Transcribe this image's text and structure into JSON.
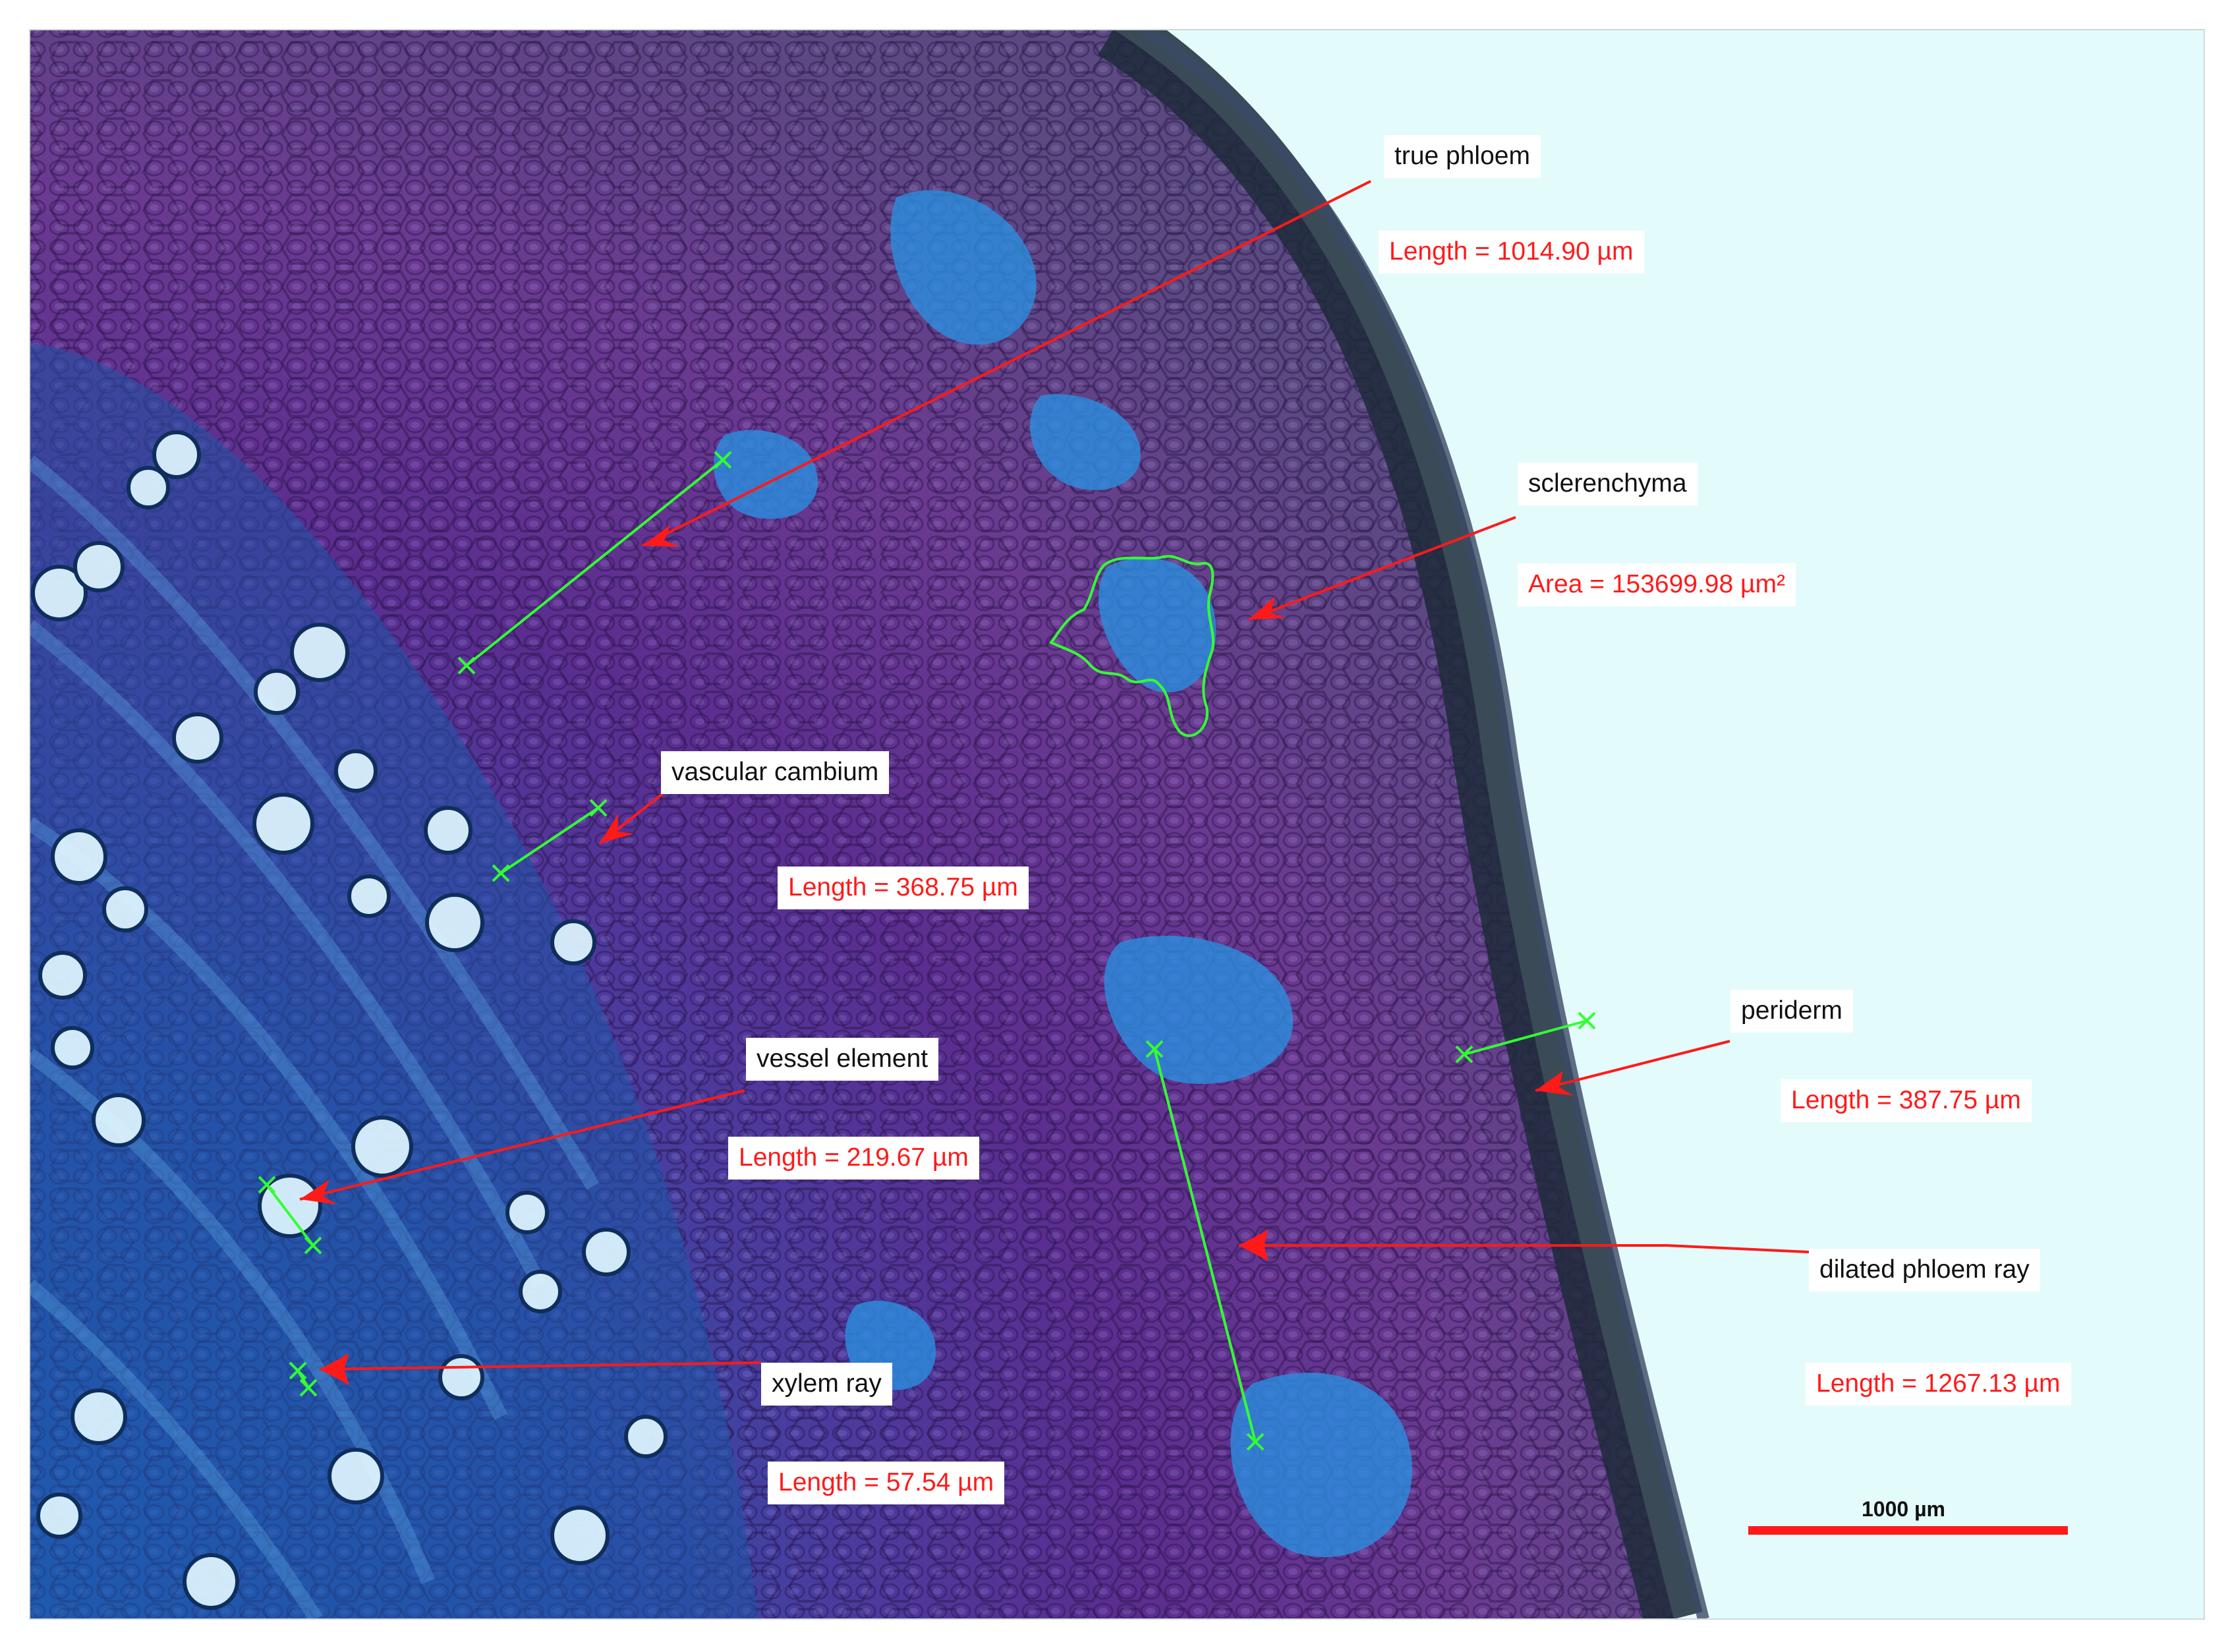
{
  "colors": {
    "annotation_red": "#ff1a1a",
    "measure_green": "#33ff33",
    "background": "#e4fbfb",
    "tissue_purple": "#5a2e90",
    "xylem_blue": "#1f56a8",
    "bark_dark": "#1d2a3a"
  },
  "annotations": {
    "true_phloem": {
      "label": "true phloem",
      "measure": "Length = 1014.90 µm"
    },
    "sclerenchyma": {
      "label": "sclerenchyma",
      "measure": "Area = 153699.98 µm²"
    },
    "vascular_cambium": {
      "label": "vascular cambium",
      "measure": "Length = 368.75 µm"
    },
    "periderm": {
      "label": "periderm",
      "measure": "Length = 387.75 µm"
    },
    "vessel_element": {
      "label": "vessel element",
      "measure": "Length = 219.67 µm"
    },
    "dilated_phloem_ray": {
      "label": "dilated phloem ray",
      "measure": "Length = 1267.13 µm"
    },
    "xylem_ray": {
      "label": "xylem ray",
      "measure": "Length = 57.54 µm"
    }
  },
  "scale_bar": {
    "label": "1000 µm"
  }
}
